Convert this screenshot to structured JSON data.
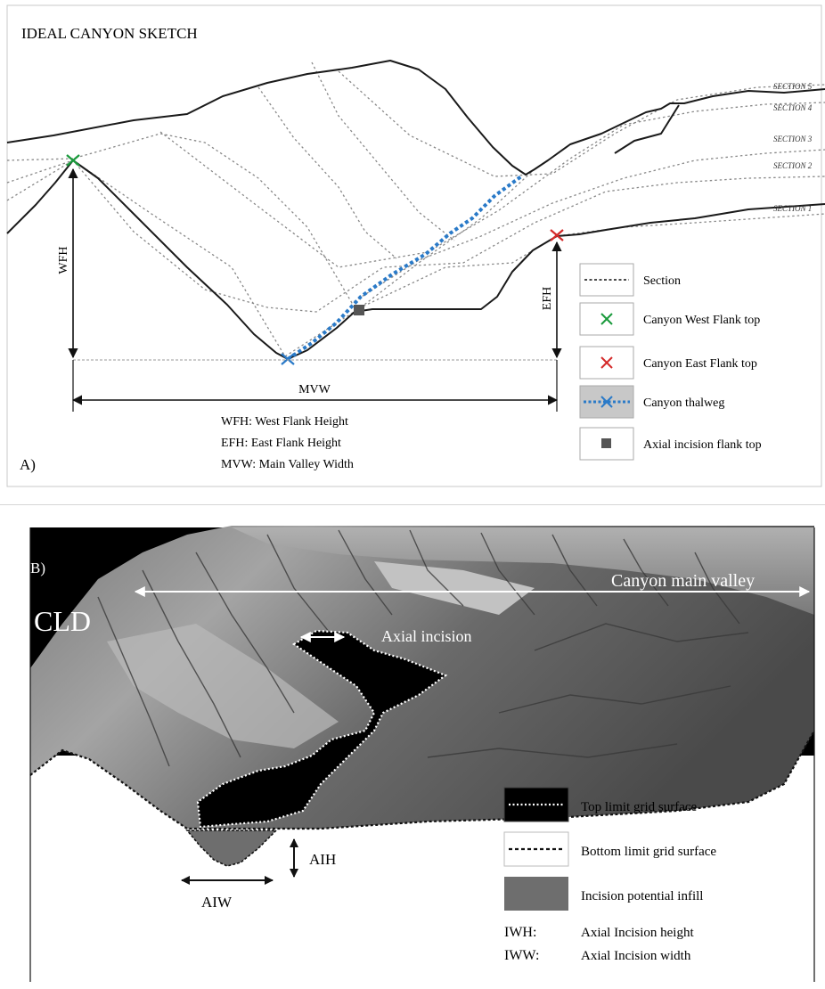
{
  "panel_a": {
    "title": "IDEAL CANYON SKETCH",
    "panel_label": "A)",
    "sections": [
      "SECTION 5",
      "SECTION 4",
      "SECTION 3",
      "SECTION 2",
      "SECTION 1"
    ],
    "measures": {
      "wfh": "WFH",
      "efh": "EFH",
      "mvw": "MVW"
    },
    "definitions": [
      "WFH: West Flank Height",
      "EFH: East Flank Height",
      "MVW: Main Valley Width"
    ],
    "legend": [
      {
        "label": "Section",
        "symbol": "dashed-line"
      },
      {
        "label": "Canyon West Flank top",
        "symbol": "green-x",
        "color": "#1a9a3c"
      },
      {
        "label": "Canyon East Flank top",
        "symbol": "red-x",
        "color": "#d42a2a"
      },
      {
        "label": "Canyon thalweg",
        "symbol": "blue-dotted-x",
        "color": "#2a7ac8"
      },
      {
        "label": "Axial incision flank top",
        "symbol": "gray-square",
        "color": "#555555"
      }
    ]
  },
  "panel_b": {
    "panel_label": "B)",
    "labels": {
      "cld": "CLD",
      "main_valley": "Canyon main valley",
      "axial_incision": "Axial incision",
      "aih": "AIH",
      "aiw": "AIW"
    },
    "legend": [
      {
        "label": "Top limit grid surface",
        "symbol": "black-box-white-dotted"
      },
      {
        "label": "Bottom limit grid surface",
        "symbol": "white-box-black-dashed"
      },
      {
        "label": "Incision potential infill",
        "symbol": "gray-box",
        "color": "#6e6e6e"
      }
    ],
    "abbreviations": [
      {
        "abbr": "IWH:",
        "text": "Axial Incision height"
      },
      {
        "abbr": "IWW:",
        "text": "Axial Incision width"
      }
    ]
  }
}
